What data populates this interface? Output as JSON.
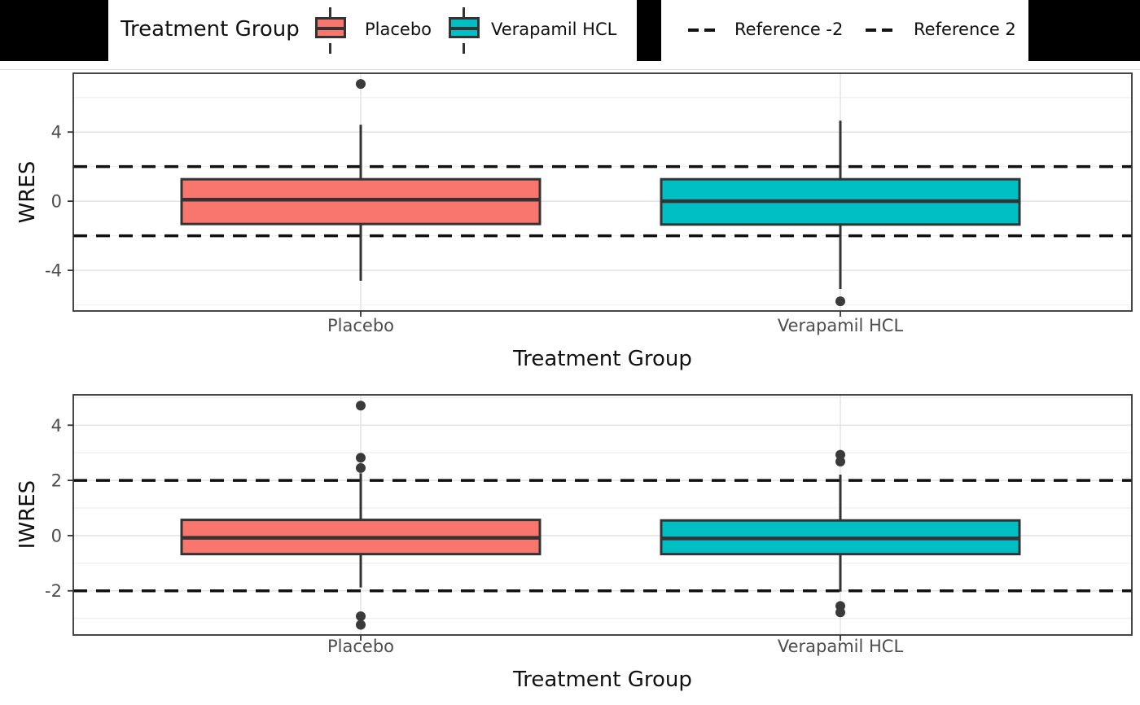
{
  "legend": {
    "title": "Treatment Group",
    "groups": [
      {
        "label": "Placebo",
        "color": "#F8766D"
      },
      {
        "label": "Verapamil HCL",
        "color": "#00BFC4"
      }
    ],
    "references": [
      {
        "label": "Reference -2",
        "value": -2
      },
      {
        "label": "Reference 2",
        "value": 2
      }
    ]
  },
  "style": {
    "box_outline": "#333333",
    "reference_line_color": "#111111",
    "outlier_color": "#3a3a3a",
    "grid_major": "#E5E5E5",
    "grid_minor": "#EFEFEF",
    "axis_text_color": "#4d4d4d",
    "panel_border_color": "#333333",
    "background": "#ffffff"
  },
  "chart_data": [
    {
      "type": "boxplot",
      "title": "",
      "ylabel": "WRES",
      "xlabel": "Treatment Group",
      "categories": [
        "Placebo",
        "Verapamil HCL"
      ],
      "ylim": [
        -6.35,
        7.4
      ],
      "yticks_major": [
        4,
        0,
        -4
      ],
      "yticks_minor": [
        6,
        2,
        -2,
        -6
      ],
      "reference_lines": [
        2,
        -2
      ],
      "grid": true,
      "legend_position": "top",
      "series": [
        {
          "name": "Placebo",
          "color": "#F8766D",
          "whisker_low": -4.6,
          "q1": -1.32,
          "median": 0.09,
          "q3": 1.27,
          "whisker_high": 4.42,
          "outliers": [
            6.78
          ]
        },
        {
          "name": "Verapamil HCL",
          "color": "#00BFC4",
          "whisker_low": -5.08,
          "q1": -1.35,
          "median": 0.0,
          "q3": 1.27,
          "whisker_high": 4.66,
          "outliers": [
            -5.79
          ]
        }
      ]
    },
    {
      "type": "boxplot",
      "title": "",
      "ylabel": "IWRES",
      "xlabel": "Treatment Group",
      "categories": [
        "Placebo",
        "Verapamil HCL"
      ],
      "ylim": [
        -3.6,
        5.1
      ],
      "yticks_major": [
        4,
        2,
        0,
        -2
      ],
      "yticks_minor": [
        5,
        3,
        1,
        -1,
        -3
      ],
      "reference_lines": [
        2,
        -2
      ],
      "grid": true,
      "legend_position": "none",
      "series": [
        {
          "name": "Placebo",
          "color": "#F8766D",
          "whisker_low": -1.88,
          "q1": -0.67,
          "median": -0.08,
          "q3": 0.57,
          "whisker_high": 2.26,
          "outliers": [
            4.71,
            2.82,
            2.45,
            -2.92,
            -3.23
          ]
        },
        {
          "name": "Verapamil HCL",
          "color": "#00BFC4",
          "whisker_low": -2.03,
          "q1": -0.67,
          "median": -0.1,
          "q3": 0.55,
          "whisker_high": 2.21,
          "outliers": [
            2.93,
            2.68,
            -2.55,
            -2.78
          ]
        }
      ]
    }
  ]
}
